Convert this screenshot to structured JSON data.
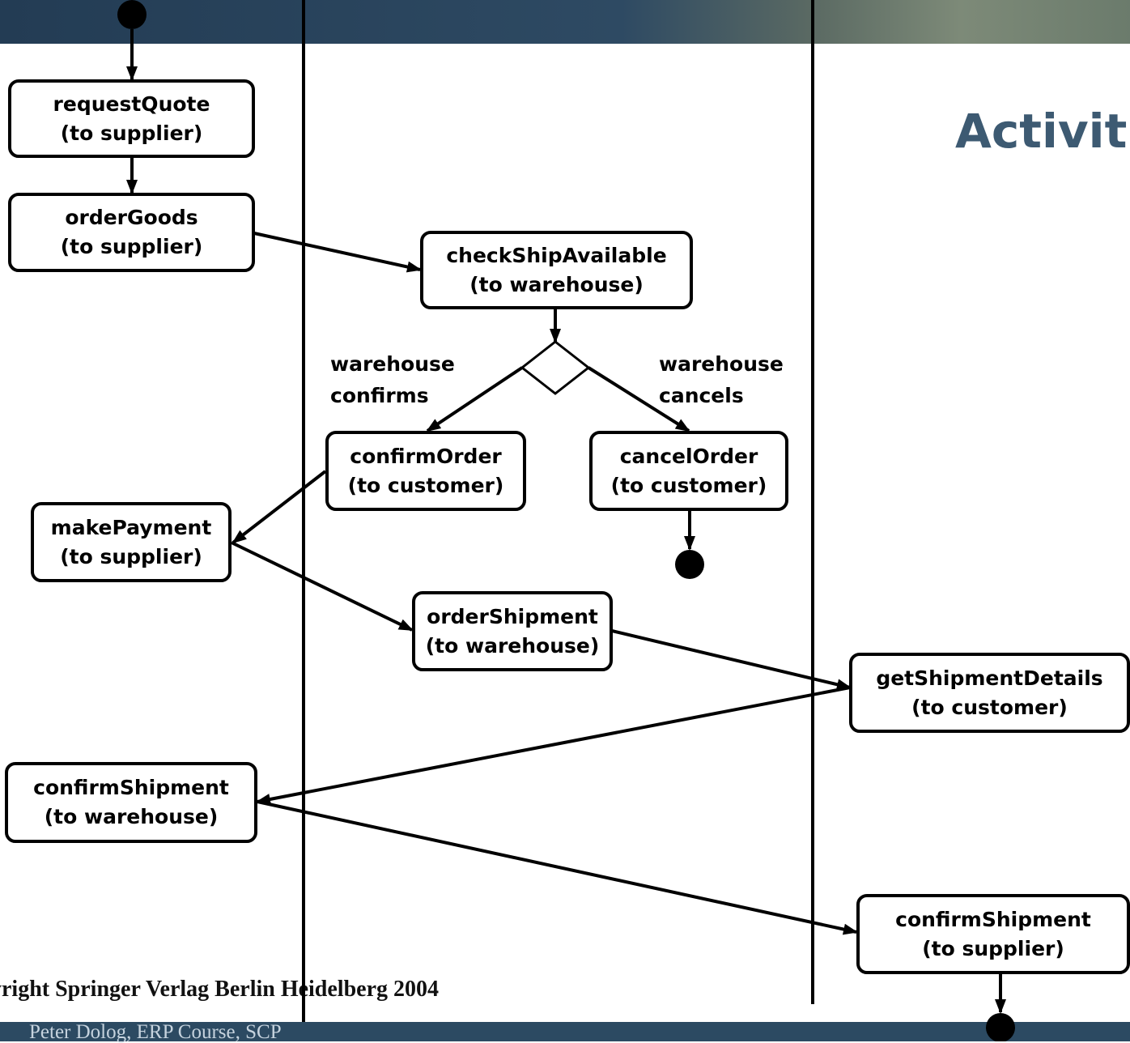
{
  "slide": {
    "title": "Activit",
    "copyright": "yright Springer Verlag Berlin Heidelberg 2004",
    "footer_author": "Peter Dolog, ERP Course, SCP"
  },
  "colors": {
    "banner": "#2c4a62",
    "title": "#3d5a72",
    "line": "#000000"
  },
  "nodes": {
    "request_quote": {
      "name": "requestQuote",
      "target": "(to supplier)"
    },
    "order_goods": {
      "name": "orderGoods",
      "target": "(to supplier)"
    },
    "check_ship_available": {
      "name": "checkShipAvailable",
      "target": "(to warehouse)"
    },
    "confirm_order": {
      "name": "confirmOrder",
      "target": "(to customer)"
    },
    "cancel_order": {
      "name": "cancelOrder",
      "target": "(to customer)"
    },
    "make_payment": {
      "name": "makePayment",
      "target": "(to supplier)"
    },
    "order_shipment": {
      "name": "orderShipment",
      "target": "(to warehouse)"
    },
    "get_shipment_details": {
      "name": "getShipmentDetails",
      "target": "(to customer)"
    },
    "confirm_shipment_warehouse": {
      "name": "confirmShipment",
      "target": "(to warehouse)"
    },
    "confirm_shipment_supplier": {
      "name": "confirmShipment",
      "target": "(to supplier)"
    }
  },
  "guards": {
    "confirms": {
      "line1": "warehouse",
      "line2": "confirms"
    },
    "cancels": {
      "line1": "warehouse",
      "line2": "cancels"
    }
  }
}
